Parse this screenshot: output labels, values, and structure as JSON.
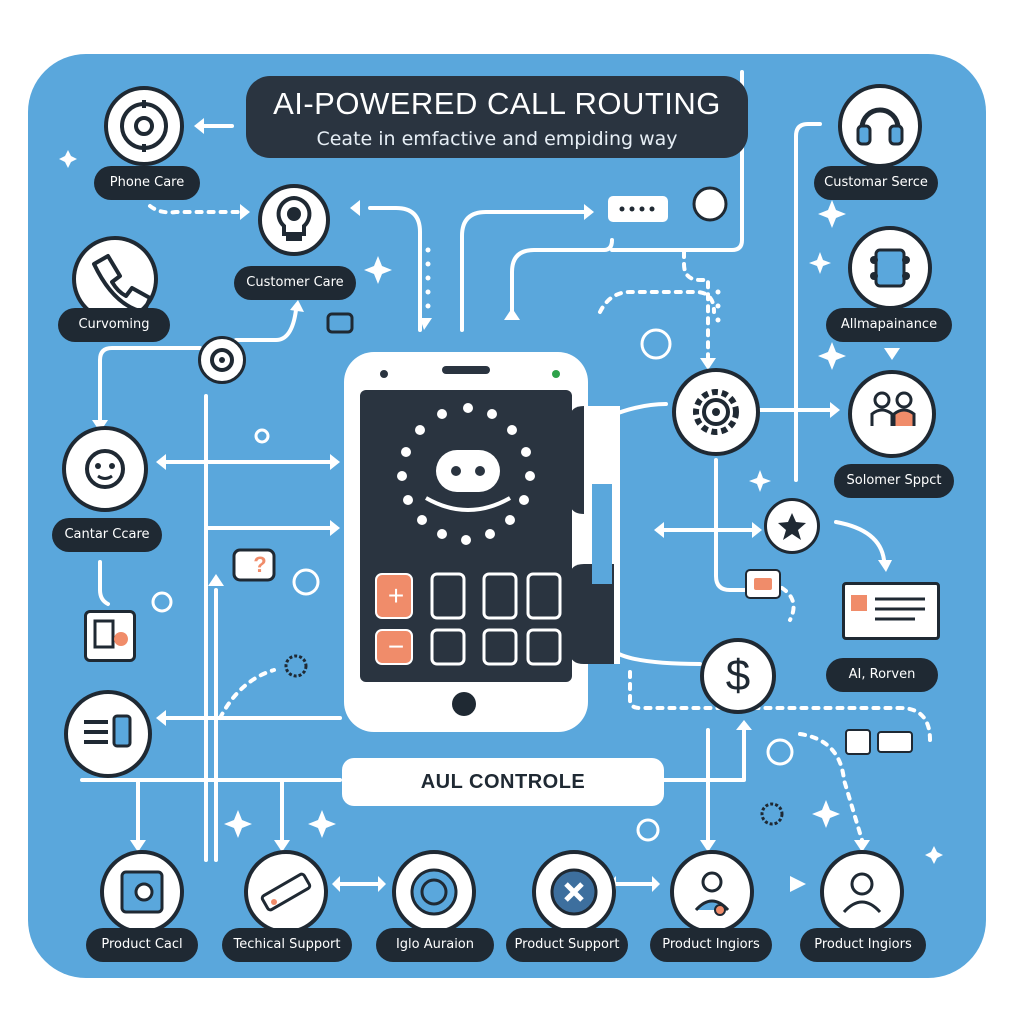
{
  "title": "AI-POWERED CALL ROUTING",
  "subtitle": "Ceate in emfactive and empiding way",
  "control_label": "AUL CONTROLE",
  "nodes": {
    "phone_care": "Phone Care",
    "customer_care_top": "Customer Care",
    "curvoming": "Curvoming",
    "cantar_ccare": "Cantar Ccare",
    "customer_serce": "Customar Serce",
    "allmapainance": "Allmapainance",
    "solomer_sppct": "Solomer Sppct",
    "ai_rorven": "AI, Rorven"
  },
  "bottom_nodes": {
    "product_cacl": "Product Cacl",
    "technical_support": "Techical Support",
    "iglo_auraion": "Iglo Auraion",
    "product_support": "Product Support",
    "product_ingiors_1": "Product Ingiors",
    "product_ingiors_2": "Product Ingiors"
  },
  "symbols": {
    "dollar": "$",
    "question": "?",
    "plus": "+",
    "minus": "−"
  },
  "colors": {
    "background": "#5aa7dc",
    "dark": "#1f2933",
    "accent": "#f08c6a",
    "white": "#ffffff"
  }
}
